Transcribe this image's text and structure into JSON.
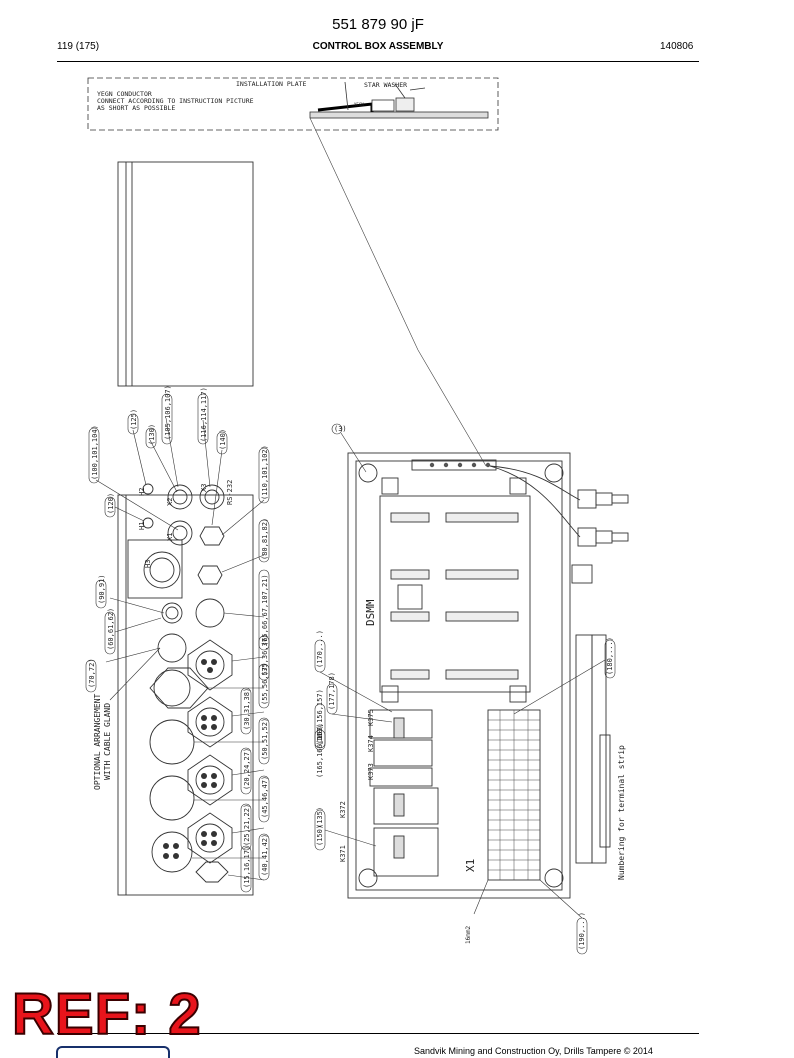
{
  "header": {
    "doc_number": "551 879 90 jF",
    "page": "119 (175)",
    "title": "CONTROL BOX ASSEMBLY",
    "date": "140806"
  },
  "top_note": {
    "line1": "YEGN CONDUCTOR",
    "line2": "CONNECT ACCORDING TO INSTRUCTION PICTURE",
    "line3": "AS SHORT AS POSSIBLE",
    "installation_plate": "INSTALLATION PLATE",
    "star_washer": "STAR WASHER",
    "yegn_small": "YEGN"
  },
  "left_view": {
    "callouts": [
      "(125)",
      "(130)",
      "(105,106,107)",
      "(100,101,104)",
      "(116,114,117)",
      "(140)",
      "(120)",
      "(110,101,102)",
      "(90,91)",
      "(80,81,82)",
      "(60,61,62)",
      "(65,66,67,107,21)",
      "(70,72)",
      "(35,36,37)",
      "(55,56,57)",
      "(30,31,38)",
      "(50,51,52)",
      "(20,24,27)",
      "(45,46,47)",
      "(25,21,22)",
      "(40,41,42)",
      "(15,16,17)"
    ],
    "labels": [
      "H2",
      "H1",
      "X2",
      "X1",
      "X3",
      "RS-232",
      "H3"
    ],
    "optional_note_1": "OPTIONAL ARRANGEMENT",
    "optional_note_2": "WITH CABLE GLAND"
  },
  "right_view": {
    "module_label": "DSMM",
    "terminal_label": "X1",
    "relay_labels": [
      "K371",
      "K372",
      "K373",
      "K374",
      "K375"
    ],
    "callouts": [
      "(170,...)",
      "(177,178)",
      "(155,156,157)",
      "(165,166,167)",
      "(160)",
      "(135)",
      "(150)",
      "(180,...)",
      "(190,...)",
      "(3)"
    ],
    "bottom_note": "16mm2",
    "strip_caption": "Numbering for terminal strip"
  },
  "stamp": "REF: 2",
  "footer": "Sandvik Mining and Construction Oy, Drills Tampere © 2014"
}
